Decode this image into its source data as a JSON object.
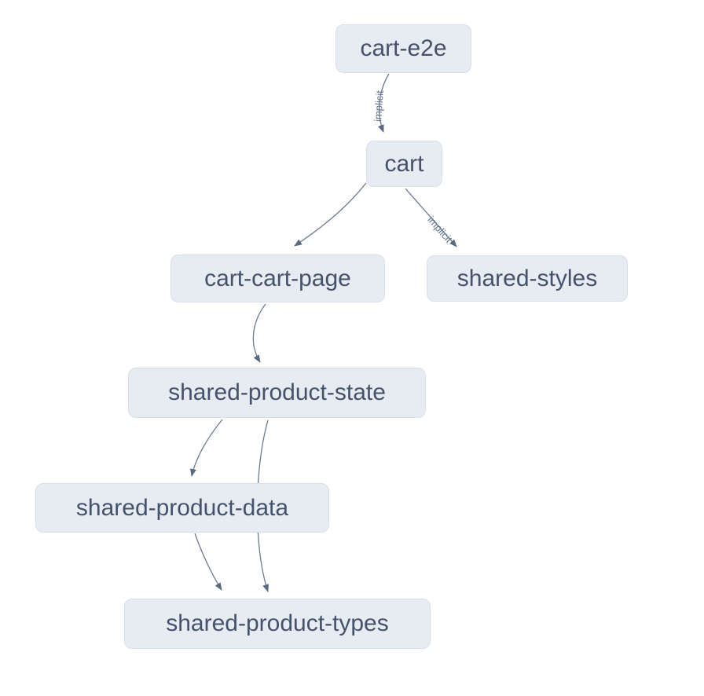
{
  "diagram": {
    "type": "project-dependency-graph",
    "nodes": [
      {
        "id": "cart-e2e",
        "label": "cart-e2e"
      },
      {
        "id": "cart",
        "label": "cart"
      },
      {
        "id": "cart-cart-page",
        "label": "cart-cart-page"
      },
      {
        "id": "shared-styles",
        "label": "shared-styles"
      },
      {
        "id": "shared-product-state",
        "label": "shared-product-state"
      },
      {
        "id": "shared-product-data",
        "label": "shared-product-data"
      },
      {
        "id": "shared-product-types",
        "label": "shared-product-types"
      }
    ],
    "edges": [
      {
        "from": "cart-e2e",
        "to": "cart",
        "label": "implicit"
      },
      {
        "from": "cart",
        "to": "cart-cart-page",
        "label": ""
      },
      {
        "from": "cart",
        "to": "shared-styles",
        "label": "implicit"
      },
      {
        "from": "cart-cart-page",
        "to": "shared-product-state",
        "label": ""
      },
      {
        "from": "shared-product-state",
        "to": "shared-product-data",
        "label": ""
      },
      {
        "from": "shared-product-state",
        "to": "shared-product-types",
        "label": ""
      },
      {
        "from": "shared-product-data",
        "to": "shared-product-types",
        "label": ""
      }
    ],
    "colors": {
      "background": "#ffffff",
      "node_fill": "#e7ebf2",
      "node_border": "#d9dfe9",
      "node_text": "#46526b",
      "edge": "#6b7a90",
      "edge_head": "#5a6880",
      "edge_label": "#64748b"
    }
  }
}
